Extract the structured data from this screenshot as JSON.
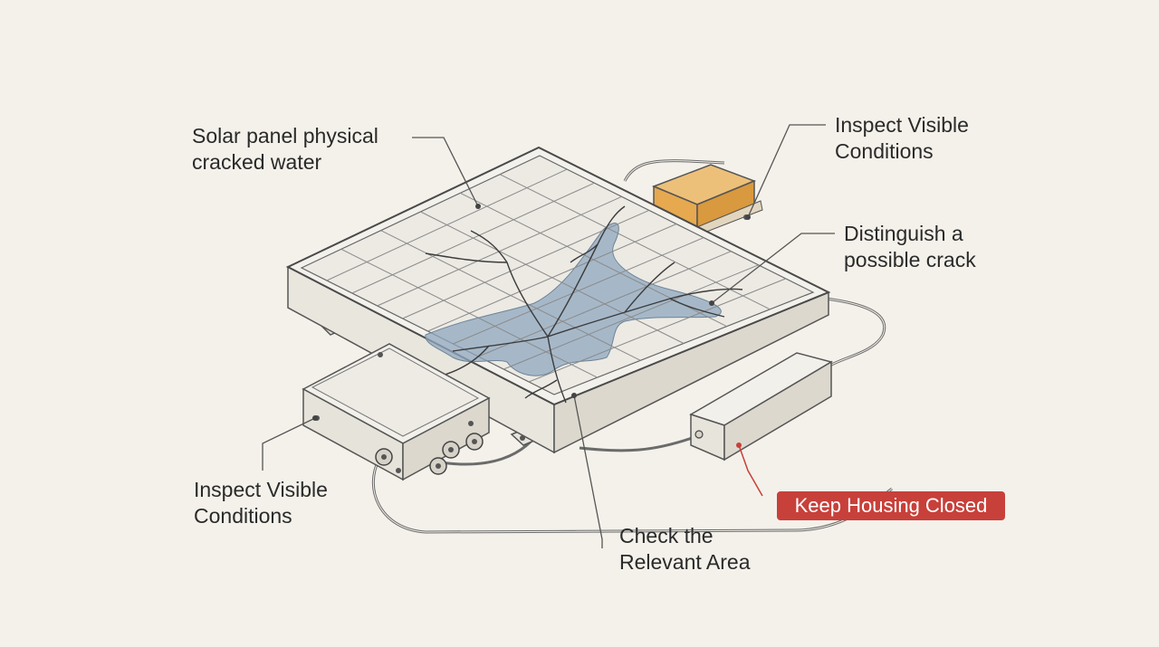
{
  "callouts": {
    "top_left": {
      "line1": "Solar panel physical",
      "line2": "cracked water"
    },
    "top_right": {
      "line1": "Inspect Visible",
      "line2": "Conditions"
    },
    "right": {
      "line1": "Distinguish a",
      "line2": "possible crack"
    },
    "bottom_left": {
      "line1": "Inspect Visible",
      "line2": "Conditions"
    },
    "bottom_center": {
      "line1": "Check the",
      "line2": "Relevant Area"
    },
    "warning": {
      "text": "Keep Housing Closed"
    }
  },
  "colors": {
    "background": "#f4f1ea",
    "line": "#555555",
    "water": "#8fa7bf",
    "orange_box": "#e6a94f",
    "warning": "#c8403a"
  },
  "icons": [
    "solar-panel",
    "junction-box",
    "orange-box",
    "power-adapter",
    "cable"
  ]
}
